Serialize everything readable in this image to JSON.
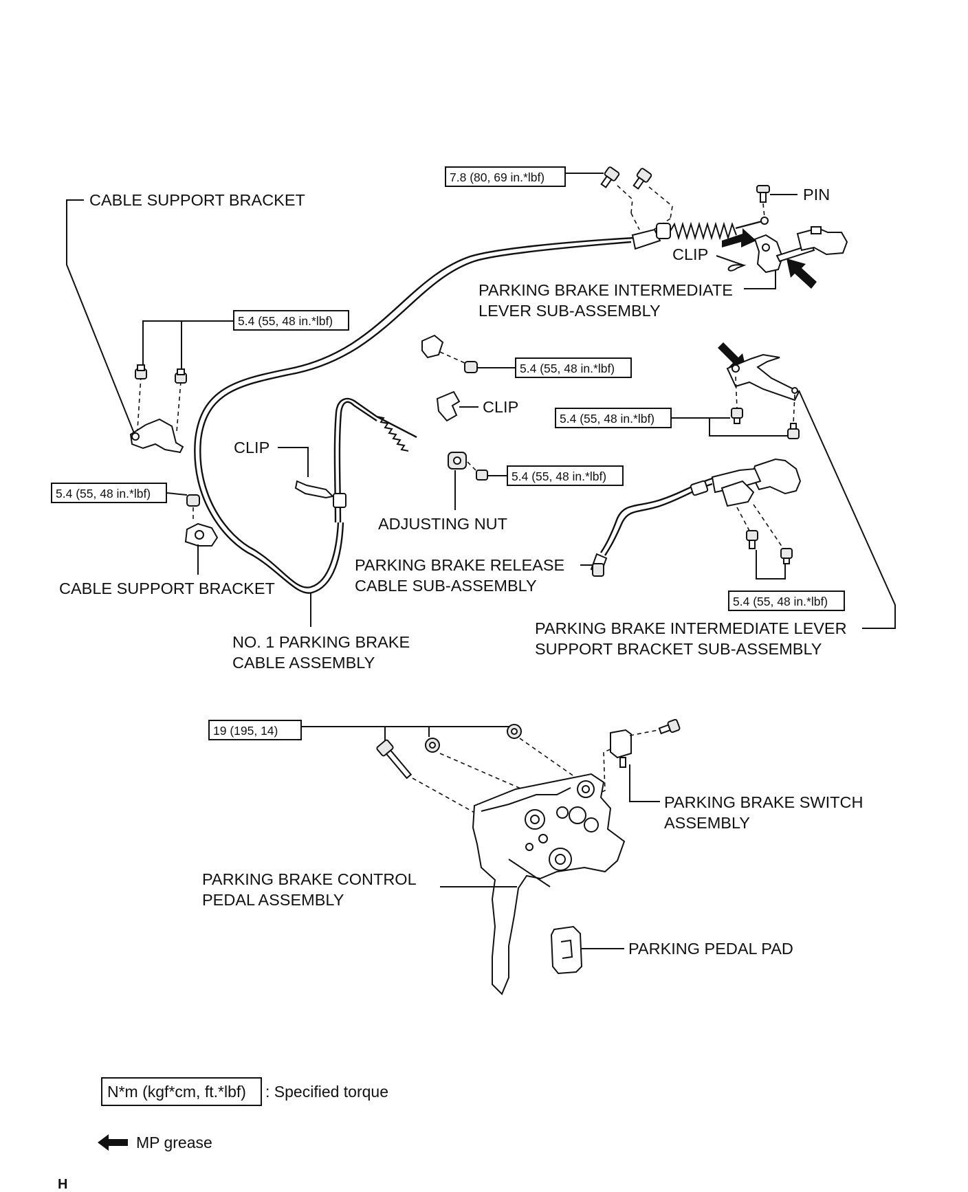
{
  "labels": {
    "cable_support_bracket_top": "CABLE SUPPORT BRACKET",
    "pin": "PIN",
    "clip_top": "CLIP",
    "intermediate_lever_l1": "PARKING BRAKE INTERMEDIATE",
    "intermediate_lever_l2": "LEVER SUB-ASSEMBLY",
    "clip_mid": "CLIP",
    "clip_left": "CLIP",
    "adjusting_nut": "ADJUSTING NUT",
    "cable_support_bracket_bottom": "CABLE SUPPORT BRACKET",
    "release_cable_l1": "PARKING BRAKE RELEASE",
    "release_cable_l2": "CABLE SUB-ASSEMBLY",
    "no1_cable_l1": "NO. 1 PARKING BRAKE",
    "no1_cable_l2": "CABLE ASSEMBLY",
    "support_bracket_l1": "PARKING BRAKE INTERMEDIATE LEVER",
    "support_bracket_l2": "SUPPORT BRACKET SUB-ASSEMBLY",
    "switch_l1": "PARKING BRAKE SWITCH",
    "switch_l2": "ASSEMBLY",
    "pedal_l1": "PARKING BRAKE CONTROL",
    "pedal_l2": "PEDAL ASSEMBLY",
    "pedal_pad": "PARKING PEDAL PAD"
  },
  "torques": {
    "t_top": "7.8 (80, 69 in.*lbf)",
    "t_bracket_top": "5.4 (55, 48 in.*lbf)",
    "t_mid_nut": "5.4 (55, 48 in.*lbf)",
    "t_lever_bolts": "5.4 (55, 48 in.*lbf)",
    "t_adjusting": "5.4 (55, 48 in.*lbf)",
    "t_bracket_bottom": "5.4 (55, 48 in.*lbf)",
    "t_release_bolts": "5.4 (55, 48 in.*lbf)",
    "t_pedal": "19 (195, 14)"
  },
  "legend": {
    "torque_unit": "N*m (kgf*cm, ft.*lbf)",
    "torque_desc": ": Specified torque",
    "grease_desc": "MP grease"
  },
  "page_code": "H"
}
